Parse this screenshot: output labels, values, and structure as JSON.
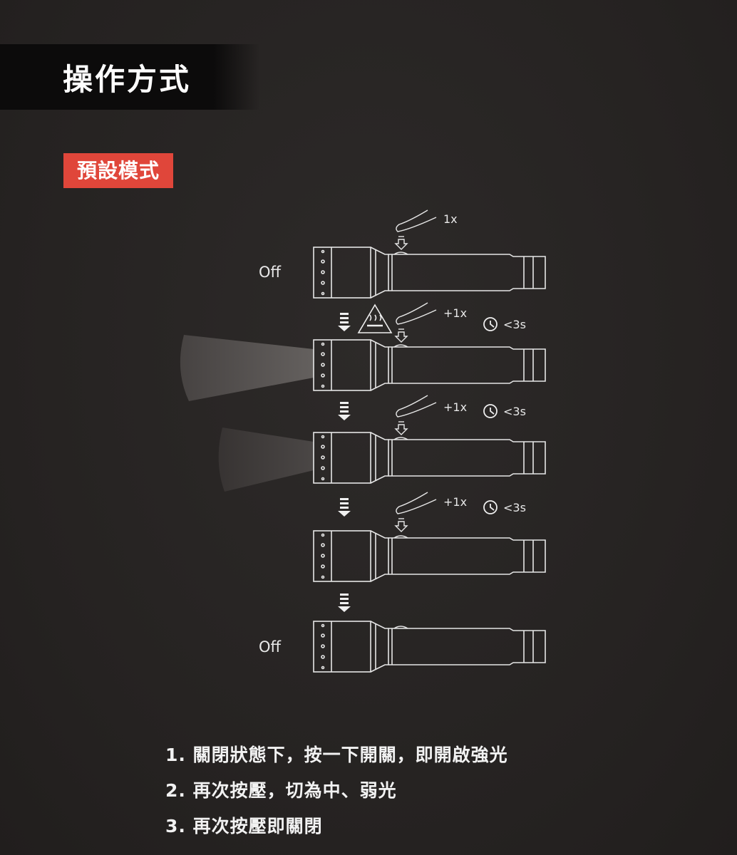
{
  "header": {
    "title": "操作方式",
    "mode_badge": "預設模式"
  },
  "diagram": {
    "states": [
      {
        "label": "Off"
      },
      {
        "label": ""
      },
      {
        "label": ""
      },
      {
        "label": ""
      },
      {
        "label": "Off"
      }
    ],
    "presses": [
      "1x",
      "+1x",
      "+1x",
      "+1x"
    ],
    "timers": [
      "<3s",
      "<3s",
      "<3s"
    ]
  },
  "instructions": [
    "1. 關閉狀態下，按一下開關，即開啟強光",
    "2. 再次按壓，切為中、弱光",
    "3. 再次按壓即關閉"
  ]
}
